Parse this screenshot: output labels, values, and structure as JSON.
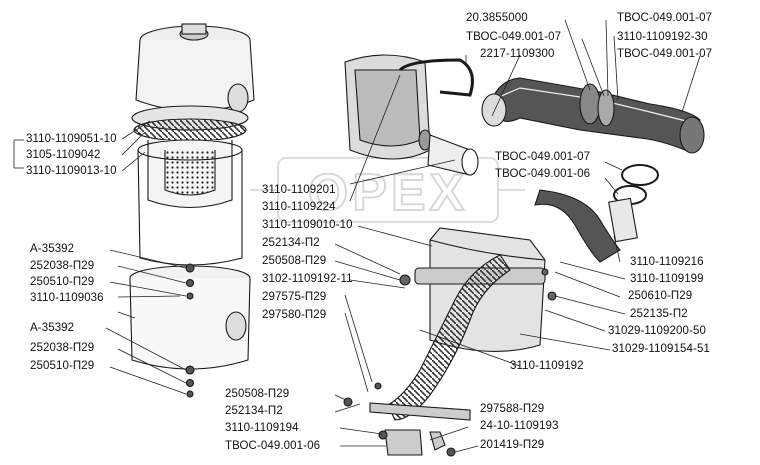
{
  "watermark": "OPEX",
  "labels": {
    "l01": "20.3855000",
    "l02": "ТВОС-049.001-07",
    "l03": "ТВОС-049.001-07",
    "l04": "3110-1109192-30",
    "l05": "2217-1109300",
    "l06": "ТВОС-049.001-07",
    "l07": "3110-1109051-10",
    "l08": "3105-1109042",
    "l09": "3110-1109013-10",
    "l10": "ТВОС-049.001-07",
    "l11": "ТВОС-049.001-06",
    "l12": "3110-1109201",
    "l13": "3110-1109224",
    "l14": "3110-1109010-10",
    "l15": "252134-П2",
    "l16": "А-35392",
    "l17": "250508-П29",
    "l18": "252038-П29",
    "l19": "3102-1109192-11",
    "l20": "250510-П29",
    "l21": "297575-П29",
    "l22": "3110-1109036",
    "l23": "297580-П29",
    "l24": "А-35392",
    "l25": "252038-П29",
    "l26": "250510-П29",
    "l27": "3110-1109216",
    "l28": "3110-1109199",
    "l29": "250610-П29",
    "l30": "252135-П2",
    "l31": "31029-1109200-50",
    "l32": "31029-1109154-51",
    "l33": "3110-1109192",
    "l34": "250508-П29",
    "l35": "297588-П29",
    "l36": "252134-П2",
    "l37": "24-10-1109193",
    "l38": "3110-1109194",
    "l39": "201419-П29",
    "l40": "ТВОС-049.001-06"
  }
}
